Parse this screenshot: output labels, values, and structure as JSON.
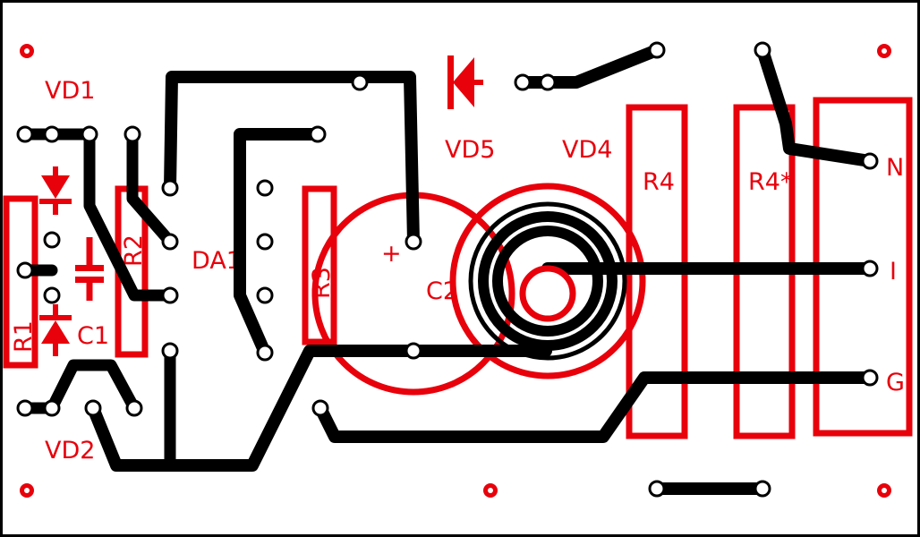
{
  "board": {
    "colors": {
      "silkscreen": "#e8000b",
      "copper": "#000000",
      "background": "#ffffff"
    }
  },
  "labels": {
    "vd1": "VD1",
    "vd2": "VD2",
    "vd4": "VD4",
    "vd5": "VD5",
    "r1": "R1",
    "r2": "R2",
    "r3": "R3",
    "r4": "R4",
    "r4_star": "R4*",
    "c1": "C1",
    "c2": "C2",
    "c2_plus": "+",
    "da1": "DA1",
    "terminal_n": "N",
    "terminal_i": "I",
    "terminal_g": "G"
  }
}
